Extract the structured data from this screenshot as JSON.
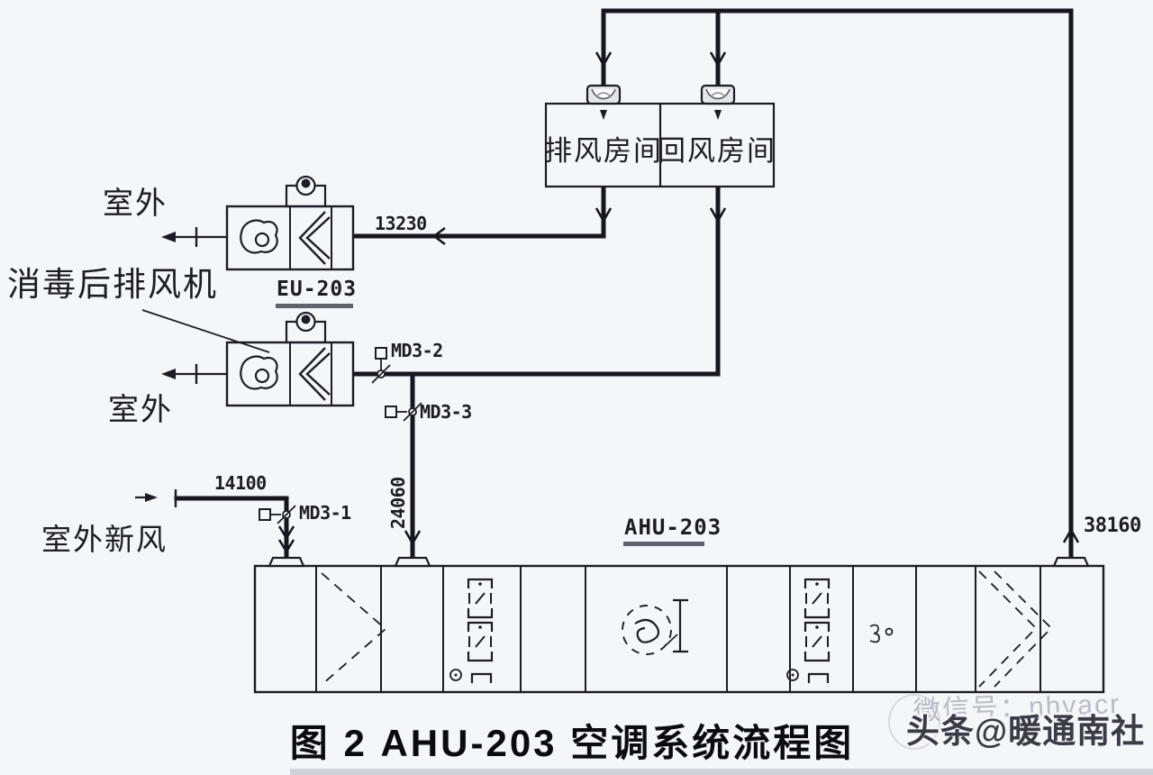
{
  "labels": {
    "room_exhaust": "排风房间",
    "room_return": "回风房间",
    "outdoor_top": "室外",
    "outdoor_bottom": "室外",
    "disinfect_fan": "消毒后排风机",
    "fresh_air": "室外新风",
    "eu_tag": "EU-203",
    "ahu_tag": "AHU-203",
    "md3_1": "MD3-1",
    "md3_2": "MD3-2",
    "md3_3": "MD3-3",
    "flow_exhaust": "13230",
    "flow_return": "24060",
    "flow_fresh": "14100",
    "flow_supply": "38160",
    "title": "图 2  AHU-203 空调系统流程图",
    "wm_wechat": "微信号：nhvacr",
    "wm_toutiao": "头条@暖通南社"
  },
  "colors": {
    "ink": "#1d1c24",
    "background": "#f5f6f9",
    "watermark_gray": "#b7bcc6"
  }
}
